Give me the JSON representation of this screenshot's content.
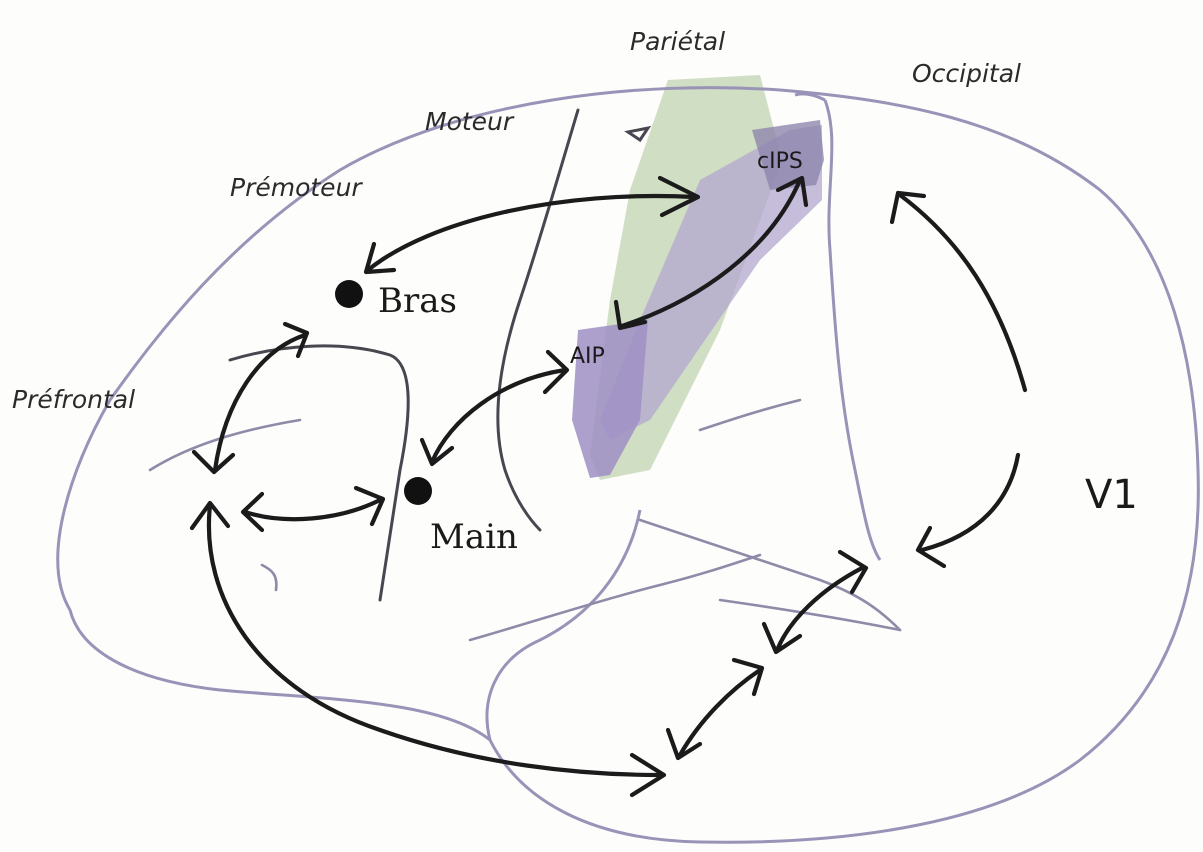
{
  "regions": {
    "parietal": "Pariétal",
    "occipital": "Occipital",
    "moteur": "Moteur",
    "premoteur": "Prémoteur",
    "prefrontal": "Préfrontal"
  },
  "areas": {
    "cips": "cIPS",
    "aip": "AIP",
    "v1": "V1"
  },
  "sites": {
    "bras": "Bras",
    "main": "Main"
  },
  "colors": {
    "outline": "#9a93b8",
    "parietal_band": "#c8d8b8",
    "ips_band": "#b3a7cf",
    "aip_patch": "#9f8fc4",
    "arrow": "#1b1b1b"
  }
}
